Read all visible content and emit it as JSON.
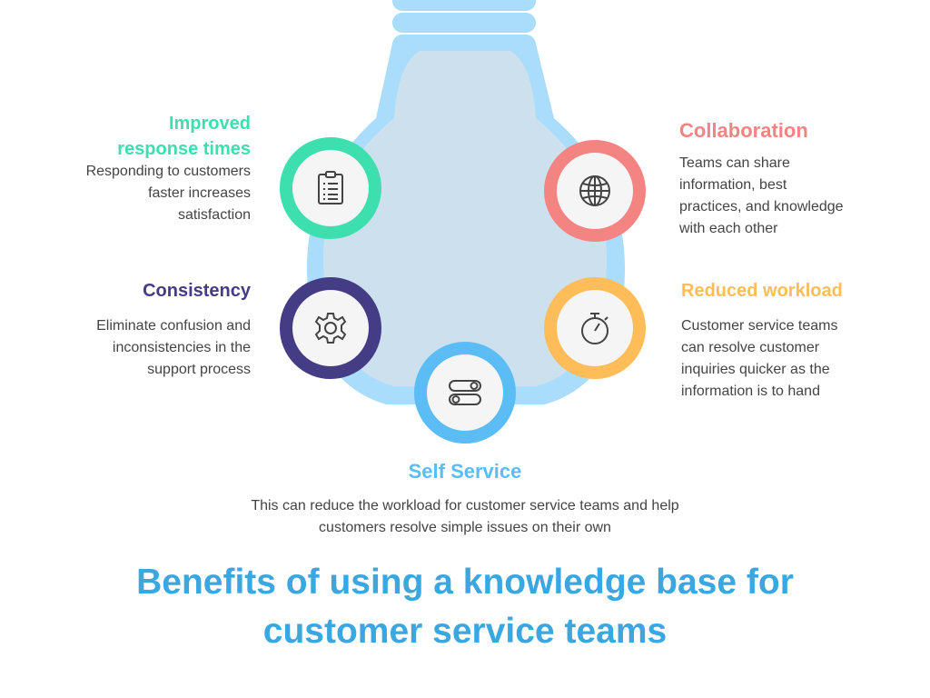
{
  "title": "Benefits of using a knowledge base for customer service teams",
  "colors": {
    "improved": "#3ddfae",
    "collaboration": "#f48481",
    "consistency": "#443c84",
    "reduced": "#ffbd59",
    "self_service": "#5cbcf5",
    "bulb_outer": "#aadcfb",
    "bulb_inner": "#cde0ee",
    "title": "#3aa7e0"
  },
  "items": {
    "improved": {
      "heading": "Improved response times",
      "description": "Responding to customers faster increases satisfaction",
      "icon": "clipboard-icon"
    },
    "collaboration": {
      "heading": "Collaboration",
      "description": "Teams can share information, best practices, and knowledge with each other",
      "icon": "globe-icon"
    },
    "consistency": {
      "heading": "Consistency",
      "description": "Eliminate confusion and inconsistencies in the support process",
      "icon": "gear-icon"
    },
    "reduced": {
      "heading": "Reduced workload",
      "description": "Customer service teams can resolve customer inquiries quicker as the information is to hand",
      "icon": "stopwatch-icon"
    },
    "self_service": {
      "heading": "Self Service",
      "description": "This can reduce the workload for customer service teams and help customers resolve simple issues on their own",
      "icon": "toggle-switch-icon"
    }
  }
}
